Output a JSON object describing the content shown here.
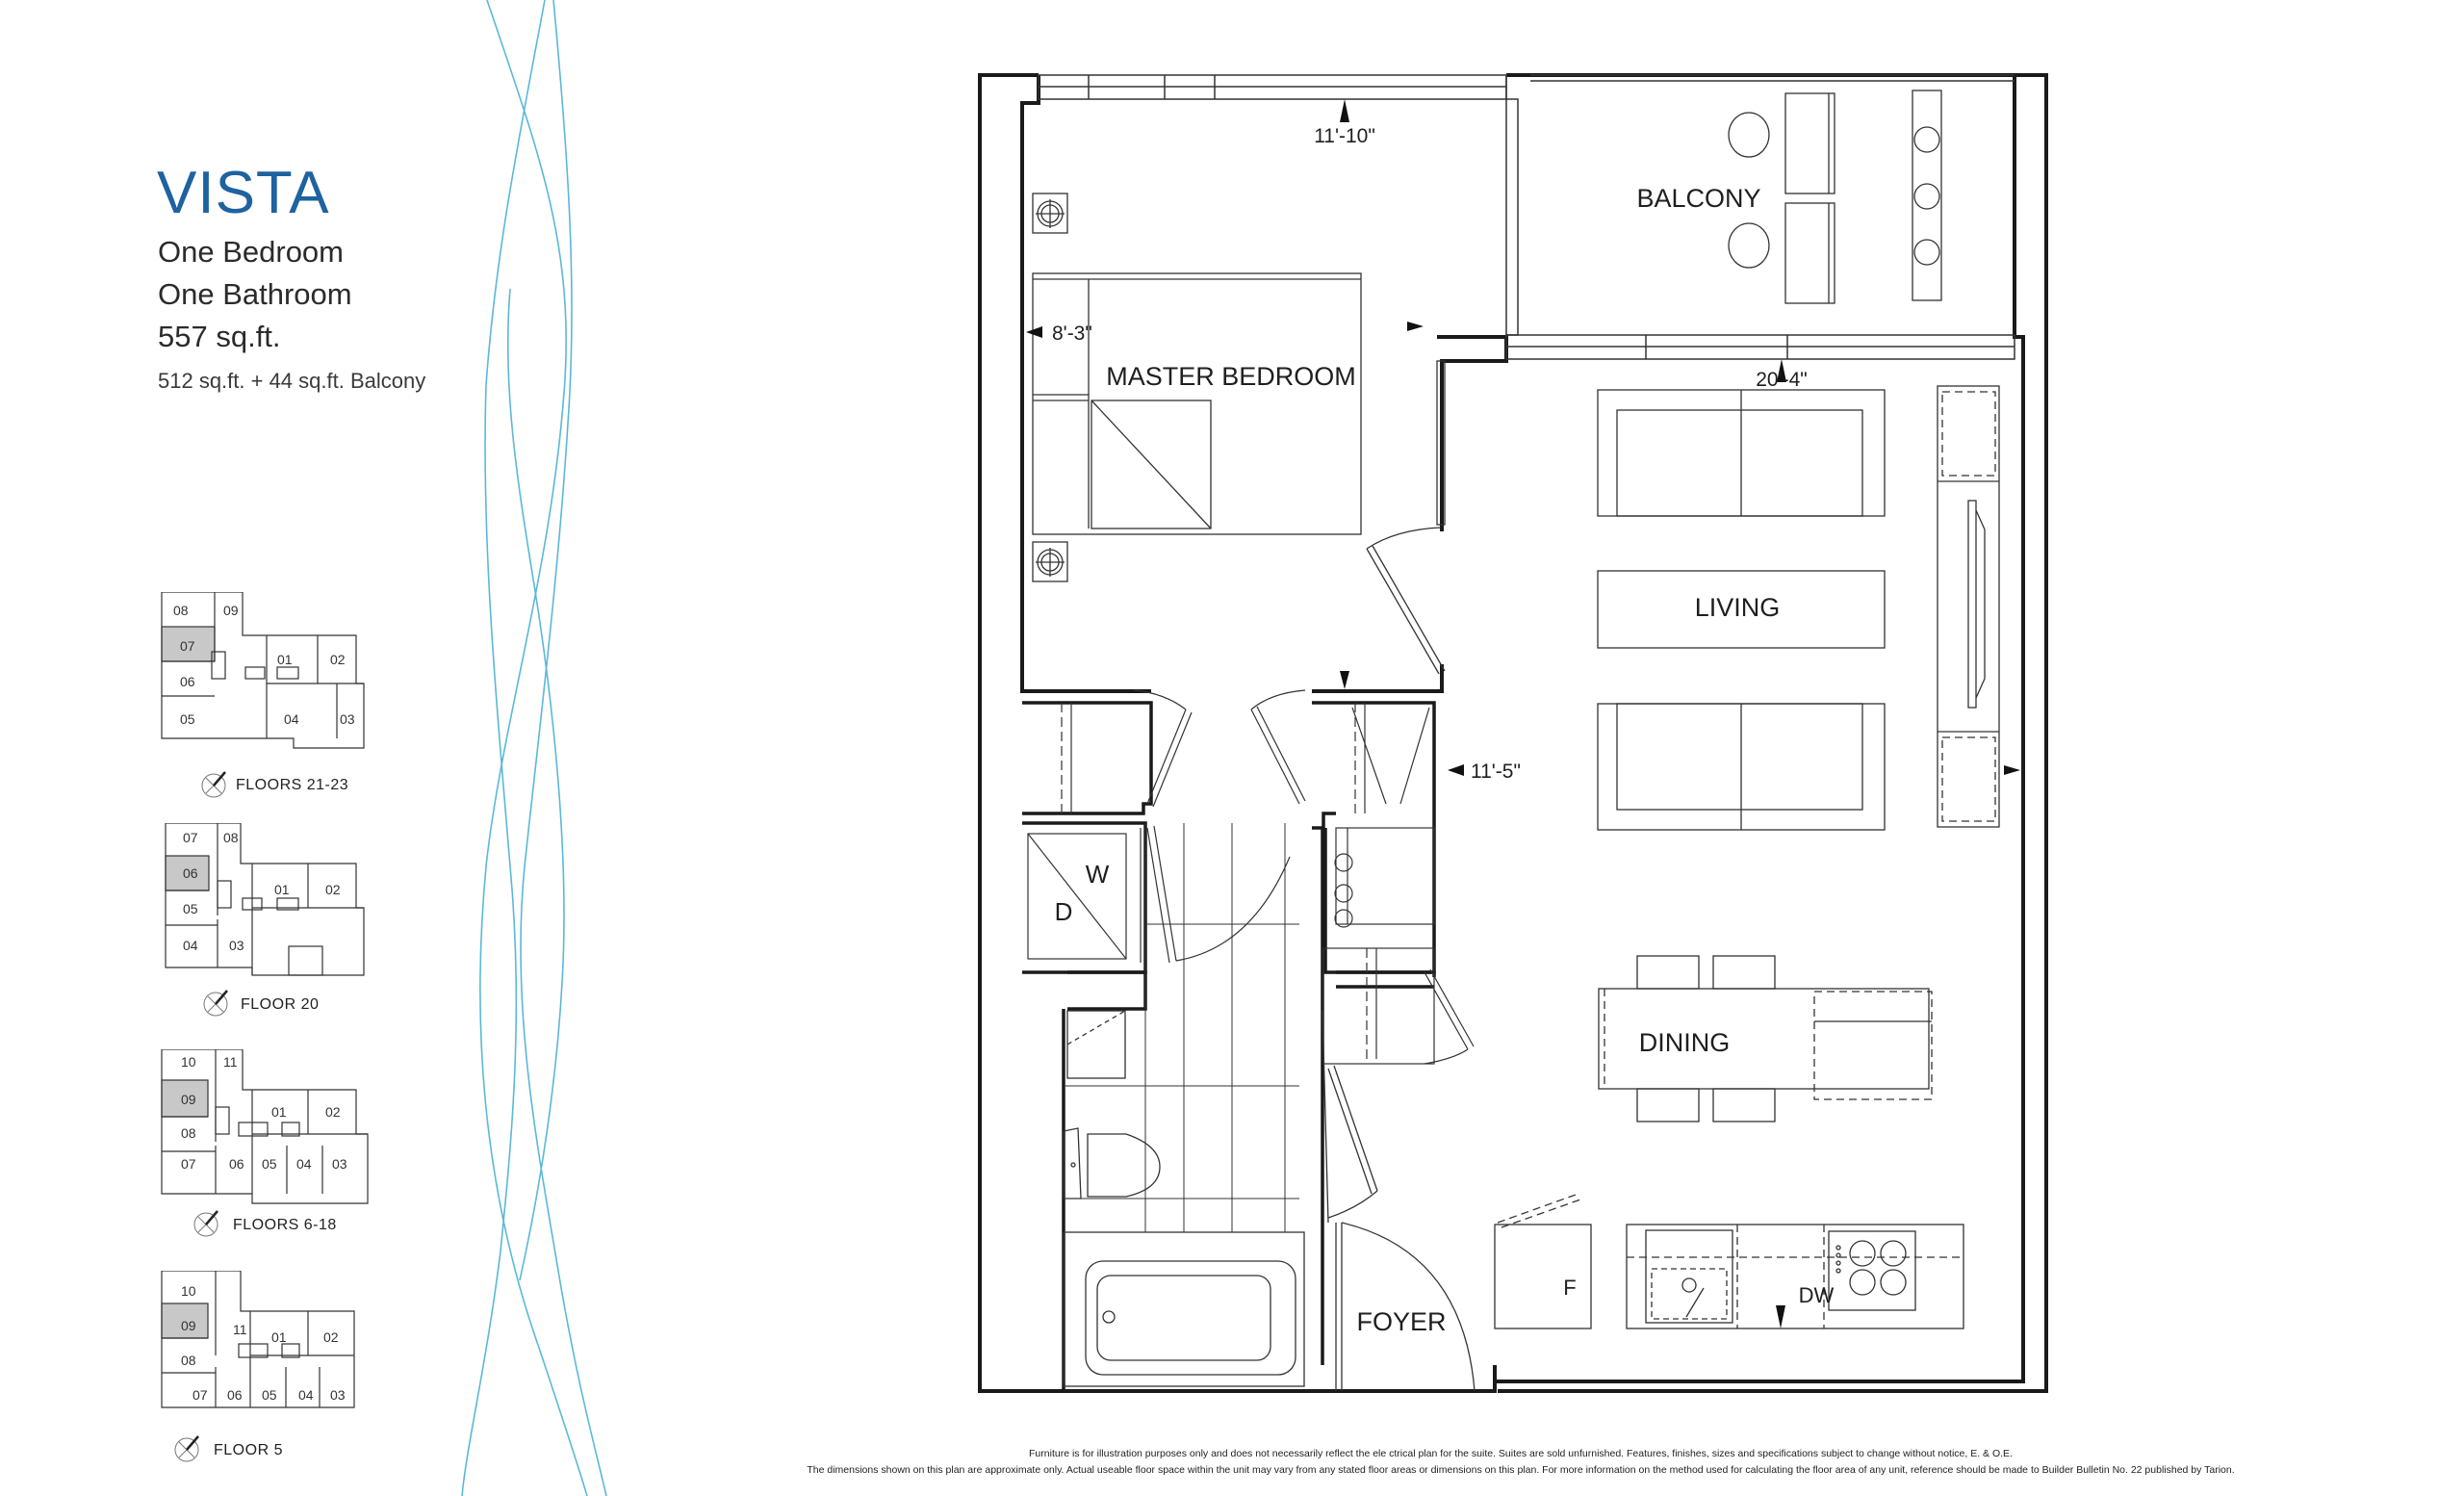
{
  "suite": {
    "name": "VISTA",
    "bedrooms": "One Bedroom",
    "bathrooms": "One Bathroom",
    "total_area": "557 sq.ft.",
    "area_breakdown": "512 sq.ft. + 44 sq.ft. Balcony"
  },
  "colors": {
    "title_blue": "#1f62a0",
    "curve_blue": "#5bb8d8",
    "highlight_unit": "#c8c8c8",
    "wall": "#1a1a1a"
  },
  "key_plates": [
    {
      "label": "FLOORS 21-23",
      "highlighted_unit": "07",
      "units": [
        "08",
        "09",
        "07",
        "01",
        "02",
        "06",
        "05",
        "04",
        "03"
      ]
    },
    {
      "label": "FLOOR 20",
      "highlighted_unit": "06",
      "units": [
        "07",
        "08",
        "06",
        "01",
        "02",
        "05",
        "04",
        "03"
      ]
    },
    {
      "label": "FLOORS 6-18",
      "highlighted_unit": "09",
      "units": [
        "10",
        "11",
        "09",
        "01",
        "02",
        "08",
        "07",
        "06",
        "05",
        "04",
        "03"
      ]
    },
    {
      "label": "FLOOR 5",
      "highlighted_unit": "09",
      "units": [
        "10",
        "09",
        "11",
        "01",
        "02",
        "08",
        "07",
        "06",
        "05",
        "04",
        "03"
      ]
    }
  ],
  "floor_plan": {
    "rooms": {
      "balcony": "BALCONY",
      "master_bedroom": "MASTER BEDROOM",
      "living": "LIVING",
      "dining": "DINING",
      "foyer": "FOYER"
    },
    "dimensions": {
      "bedroom_width": "11'-10\"",
      "bedroom_depth": "8'-3\"",
      "living_width": "20'-4\"",
      "living_depth": "11'-5\""
    },
    "appliance_labels": {
      "washer": "W",
      "dryer": "D",
      "fridge": "F",
      "dishwasher": "DW"
    }
  },
  "disclaimer": {
    "line1": "Furniture is for illustration purposes only and  does not necessarily reflect the ele ctrical plan for the suite.  Suites are sold unfurnished. Features, finishes, sizes and specifications subject to change without notice, E. & O.E.",
    "line2": "The dimensions shown on this plan are approximate only.  Actual useable floor space within the unit may vary from any stated floor areas or dimensions on this plan.  For more information on the method used for calculating the floor area of any unit,  reference should be made to Builder Bulletin No. 22 published by Tarion."
  }
}
